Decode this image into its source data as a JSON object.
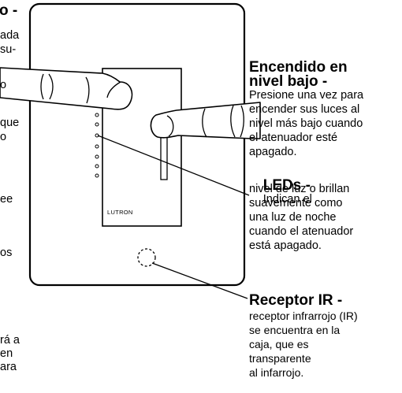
{
  "device": {
    "brand_label": "LUTRON"
  },
  "left_fragments": {
    "heading_tail": "o -",
    "lines": [
      "ada",
      "su-",
      "o",
      "que",
      "o",
      "ee",
      "os",
      "rá a",
      "en",
      "ara"
    ]
  },
  "low_level": {
    "heading": [
      "Encendido en",
      "nivel bajo -"
    ],
    "body": [
      "Presione una vez para",
      "encender sus luces al",
      "nivel más bajo cuando",
      "el atenuador esté",
      "apagado."
    ]
  },
  "leds": {
    "heading": "LEDs -",
    "body_first": "Indican el",
    "body": [
      "nivel de luz o brillan",
      "suavemente como",
      "una luz de noche",
      "cuando el atenuador",
      "está apagado."
    ]
  },
  "ir": {
    "heading": "Receptor IR -",
    "body": [
      "receptor infrarrojo (IR)",
      "se encuentra en la",
      "caja, que es",
      "transparente",
      "al infarrojo."
    ]
  }
}
